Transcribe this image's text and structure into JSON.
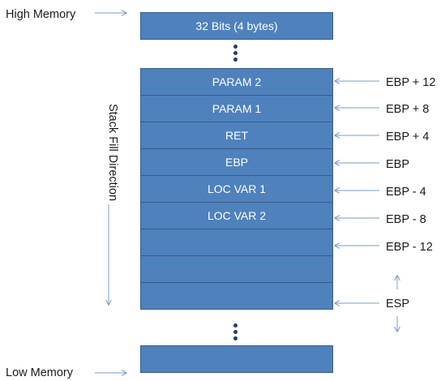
{
  "labels": {
    "high_memory": "High Memory",
    "low_memory": "Low Memory",
    "top_block": "32 Bits (4 bytes)",
    "stack_fill_direction": "Stack Fill Direction",
    "esp": "ESP"
  },
  "stack": [
    {
      "label": "PARAM 2",
      "ref": "EBP + 12"
    },
    {
      "label": "PARAM 1",
      "ref": "EBP + 8"
    },
    {
      "label": "RET",
      "ref": "EBP + 4"
    },
    {
      "label": "EBP",
      "ref": "EBP"
    },
    {
      "label": "LOC VAR 1",
      "ref": "EBP - 4"
    },
    {
      "label": "LOC VAR 2",
      "ref": "EBP - 8"
    },
    {
      "label": "",
      "ref": "EBP - 12"
    },
    {
      "label": "",
      "ref": ""
    },
    {
      "label": "",
      "ref": ""
    }
  ],
  "colors": {
    "block_fill": "#4f81bd",
    "block_border": "#385d8a",
    "arrow": "#7a9cc6"
  }
}
